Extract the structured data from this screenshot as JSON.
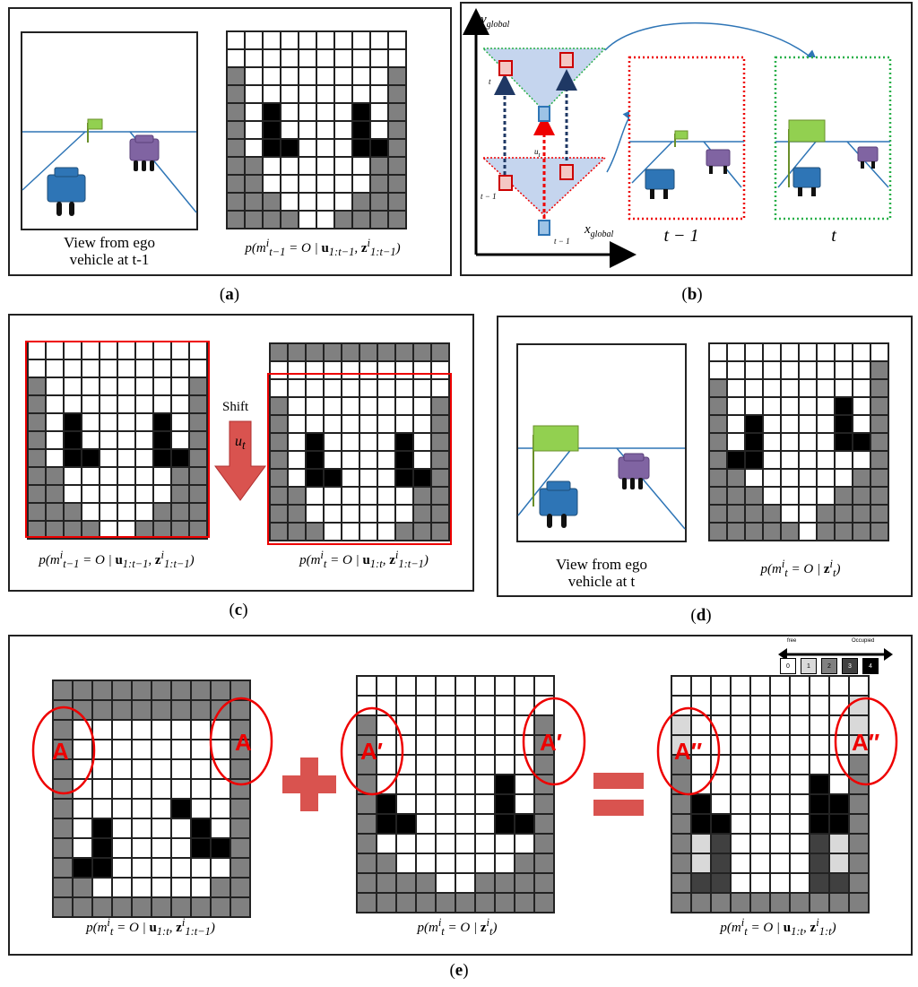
{
  "panels": {
    "a": {
      "label": "a",
      "view_caption_1": "View from ego",
      "view_caption_2": "vehicle at t-1"
    },
    "b": {
      "label": "b",
      "y_axis": "y",
      "y_sub": "global",
      "x_axis": "x",
      "x_sub": "global",
      "frame_prev": "t − 1",
      "frame_curr": "t",
      "mark_t": "t",
      "mark_t1": "t − 1",
      "mark_u": "u"
    },
    "c": {
      "label": "c",
      "shift_label": "Shift",
      "shift_var": "u"
    },
    "d": {
      "label": "d",
      "view_caption_1": "View from ego",
      "view_caption_2": "vehicle at t"
    },
    "e": {
      "label": "e",
      "region_a": "A",
      "region_a_prime": "A′",
      "region_a_dprime": "A″",
      "legend_free": "free",
      "legend_occupied": "Occupied",
      "legend_values": [
        "0",
        "1",
        "2",
        "3",
        "4"
      ]
    }
  },
  "grids": {
    "grid_a": [
      "WWWWWWWWWW",
      "WWWWWWWWWW",
      "GWWWWWWWWG",
      "GWWWWWWWWG",
      "GWBWWWWBWG",
      "GWBWWWWBWG",
      "GWBBWWWBBG",
      "GGWWWWWWGG",
      "GGWWWWWWGG",
      "GGGWWWWGGG",
      "GGGGWWGGGG"
    ],
    "grid_c1": [
      "WWWWWWWWWW",
      "WWWWWWWWWW",
      "GWWWWWWWWG",
      "GWWWWWWWWG",
      "GWBWWWWBWG",
      "GWBWWWWBWG",
      "GWBBWWWBBG",
      "GGWWWWWWGG",
      "GGWWWWWWGG",
      "GGGWWWWGGG",
      "GGGGWWGGGG"
    ],
    "grid_c2": [
      "GGGGGGGGGG",
      "WWWWWWWWWW",
      "WWWWWWWWWW",
      "GWWWWWWWWG",
      "GWWWWWWWWG",
      "GWBWWWWBWG",
      "GWBWWWWBWG",
      "GWBBWWWBBG",
      "GGWWWWWWGG",
      "GGWWWWWWGG",
      "GGGWWWWGGG"
    ],
    "grid_d": [
      "WWWWWWWWWW",
      "WWWWWWWWWG",
      "GWWWWWWWWG",
      "GWWWWWWBWG",
      "GWBWWWWBWG",
      "GWBWWWWBBG",
      "GBBWWWWWWG",
      "GGWWWWWWGG",
      "GGGWWWWGGG",
      "GGGGWWGGGG",
      "GGGGGWGGGG"
    ],
    "grid_e1": [
      "GGGGGGGGGG",
      "GGGGGGGGGG",
      "GWWWWWWWWG",
      "GWWWWWWWWG",
      "GWWWWWWWWG",
      "GWWWWWWWWG",
      "GWWWWWBWWG",
      "GWBWWWWBWG",
      "GWBWWWWBBG",
      "GBBWWWWWWG",
      "GGWWWWWWGG",
      "GGGGGGGGGG"
    ],
    "grid_e2": [
      "WWWWWWWWWW",
      "WWWWWWWWWW",
      "GWWWWWWWWG",
      "GWWWWWWWWG",
      "GWWWWWWWWG",
      "GWWWWWWBWG",
      "GBWWWWWBWG",
      "GBBWWWWBBG",
      "GWWWWWWWWG",
      "GGWWWWWWGG",
      "GGGGWWGGGG",
      "GGGGGGGGGG"
    ],
    "grid_e3": [
      "WWWWWWWWWW",
      "WWWWWWWWWL",
      "LWWWWWWWWL",
      "LWWWWWWWWL",
      "GWWWWWWWWG",
      "GWWWWWWBWG",
      "GBWWWWWBBG",
      "GBBWWWWBBG",
      "GLDWWWWDLG",
      "GLDWWWWDLG",
      "GDDWWWWDDG",
      "GGGGGGGGGG"
    ]
  }
}
